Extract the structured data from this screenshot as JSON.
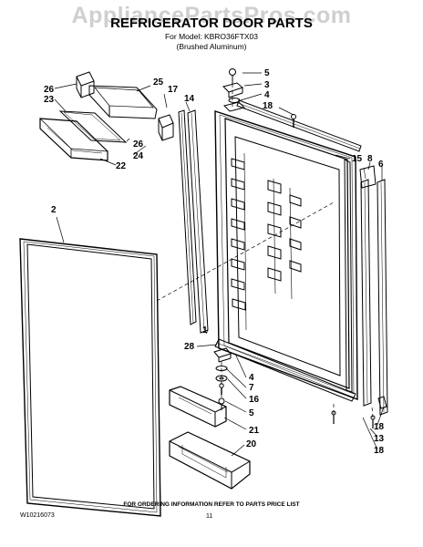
{
  "watermark": "AppliancePartsPros.com",
  "header": {
    "title": "REFRIGERATOR DOOR PARTS",
    "model_line": "For Model: KBRO36FTX03",
    "finish_line": "(Brushed Aluminum)"
  },
  "callouts": {
    "c5a": "5",
    "c3": "3",
    "c4a": "4",
    "c18a": "18",
    "c25": "25",
    "c26a": "26",
    "c23": "23",
    "c17": "17",
    "c14": "14",
    "c26b": "26",
    "c24": "24",
    "c22": "22",
    "c15": "15",
    "c8": "8",
    "c6": "6",
    "c2": "2",
    "c1": "1",
    "c28": "28",
    "c4b": "4",
    "c7": "7",
    "c16": "16",
    "c5b": "5",
    "c21": "21",
    "c20": "20",
    "c18b": "18",
    "c13": "13",
    "c18c": "18"
  },
  "footer": {
    "ordering_note": "FOR ORDERING INFORMATION REFER TO PARTS PRICE LIST",
    "doc_number": "W10216073",
    "page_number": "11"
  }
}
